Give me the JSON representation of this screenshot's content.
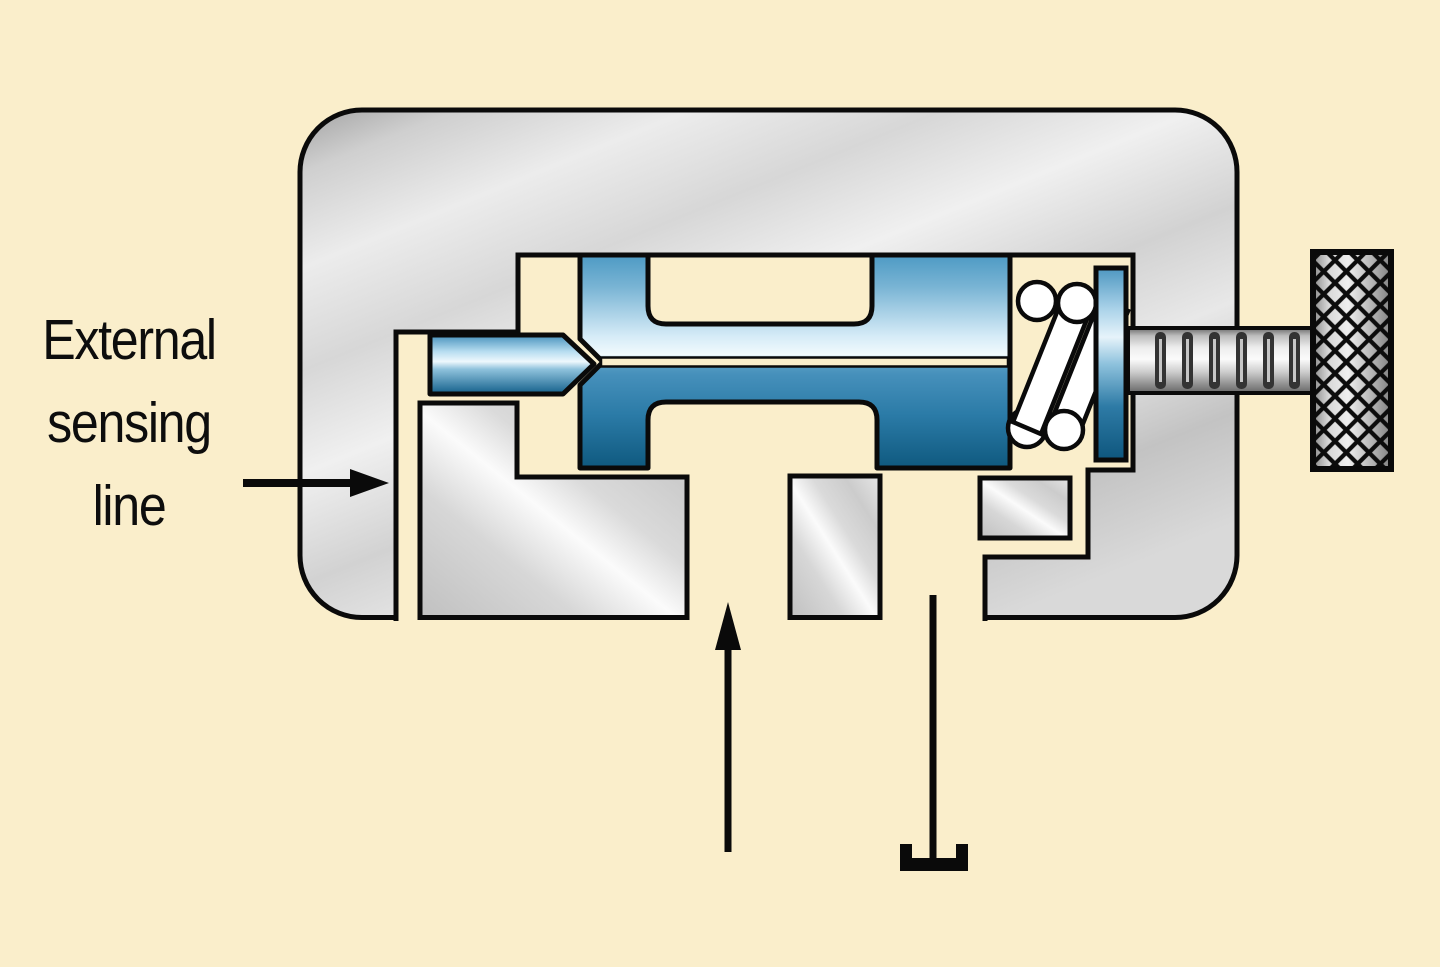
{
  "diagram": {
    "label": {
      "external_sensing_line": "External\nsensing\nline"
    },
    "icons": [
      "sensing-line-arrow-icon",
      "inlet-flow-arrow-icon",
      "tank-line-icon",
      "tank-symbol-icon",
      "spring-icon",
      "knurled-knob-icon"
    ],
    "colors": {
      "background": "#FAEECB",
      "outline": "#0A0A0A",
      "metal_light": "#F1F1F1",
      "metal_dark": "#9F9F9F",
      "blue_light": "#E8F5FB",
      "blue_mid": "#4D9AC4",
      "blue_dark": "#0F597F",
      "spring_white": "#FFFFFF"
    },
    "parts": [
      "valve-body",
      "external-sensing-line-passage",
      "poppet-cone",
      "spool",
      "spring",
      "spring-seat-plate",
      "adjustment-screw",
      "knurled-adjustment-knob",
      "inlet-port",
      "tank-port"
    ]
  }
}
